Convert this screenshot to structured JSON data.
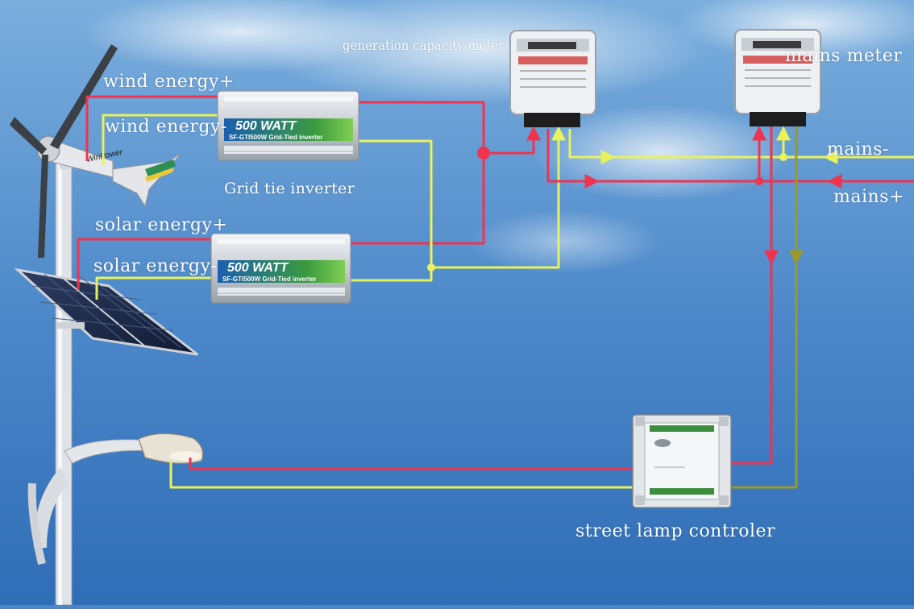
{
  "labels": {
    "wind_plus": "wind energy+",
    "wind_minus": "wind energy-",
    "grid_tie_inverter": "Grid tie inverter",
    "solar_plus": "solar energy+",
    "solar_minus": "solar energy-",
    "generation_meter": "generation capacity meter",
    "mains_meter": "mains meter",
    "mains_minus": "mains-",
    "mains_plus": "mains+",
    "street_lamp_controller": "street lamp controler"
  },
  "inverters": {
    "wind": {
      "rating": "500 WATT",
      "model": "SF-GTI500W Grid-Tied inverter"
    },
    "solar": {
      "rating": "500 WATT",
      "model": "SF-GTI500W Grid-Tied inverter"
    }
  },
  "turbine": {
    "brand": "WinPower"
  },
  "colors": {
    "positive_wire": "#f0334f",
    "negative_wire": "#e8f25a",
    "lamp_wire": "#9a9a2a",
    "sky_top": "#6fa3d8",
    "sky_bottom": "#2f6fb8"
  }
}
